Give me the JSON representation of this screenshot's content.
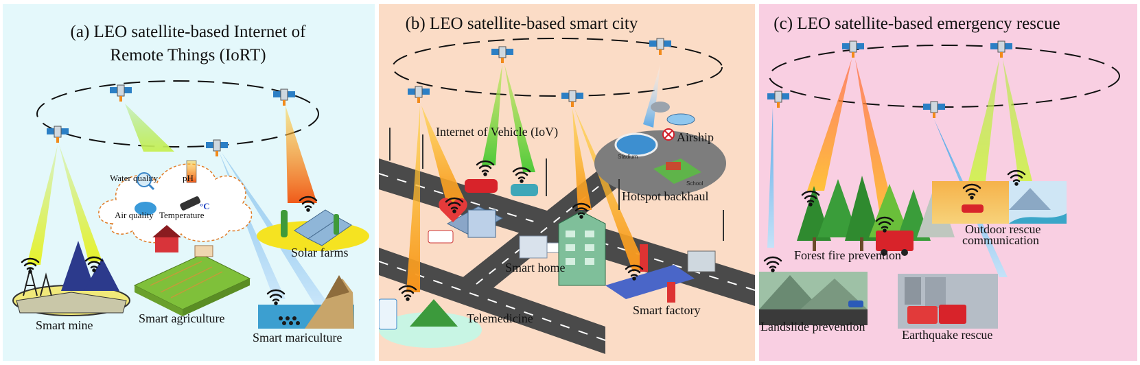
{
  "panels": [
    {
      "title_line1": "(a) LEO satellite-based Internet of",
      "title_line2": "Remote Things  (IoRT)",
      "labels": {
        "smart_mine": "Smart mine",
        "smart_agriculture": "Smart agriculture",
        "smart_mariculture": "Smart mariculture",
        "solar_farms": "Solar farms",
        "water_quality": "Water quality",
        "ph": "pH",
        "air_quality": "Air quality",
        "temperature": "Temperature",
        "celsius": "°C"
      }
    },
    {
      "title": "(b) LEO satellite-based smart city",
      "labels": {
        "iov": "Internet of Vehicle (IoV)",
        "airship": "Airship",
        "stadium": "Stadium",
        "school": "School",
        "hotspot_backhaul": "Hotspot backhaul",
        "smart_home": "Smart home",
        "smart_factory": "Smart factory",
        "telemedicine": "Telemedicine"
      }
    },
    {
      "title": "(c) LEO satellite-based emergency rescue",
      "labels": {
        "outdoor_rescue_line1": "Outdoor rescue",
        "outdoor_rescue_line2": "communication",
        "forest_fire": "Forest fire prevention",
        "landslide": "Landslide prevention",
        "earthquake": "Earthquake rescue"
      }
    }
  ],
  "colors": {
    "panel_a_bg": "#e4f8fb",
    "panel_b_bg": "#fbdcc6",
    "panel_c_bg": "#f9cfe2",
    "beam_yellow_green": "#d7ec3a",
    "beam_orange": "#f7941d",
    "beam_blue": "#8ec9f0",
    "road": "#4a4a4a"
  }
}
